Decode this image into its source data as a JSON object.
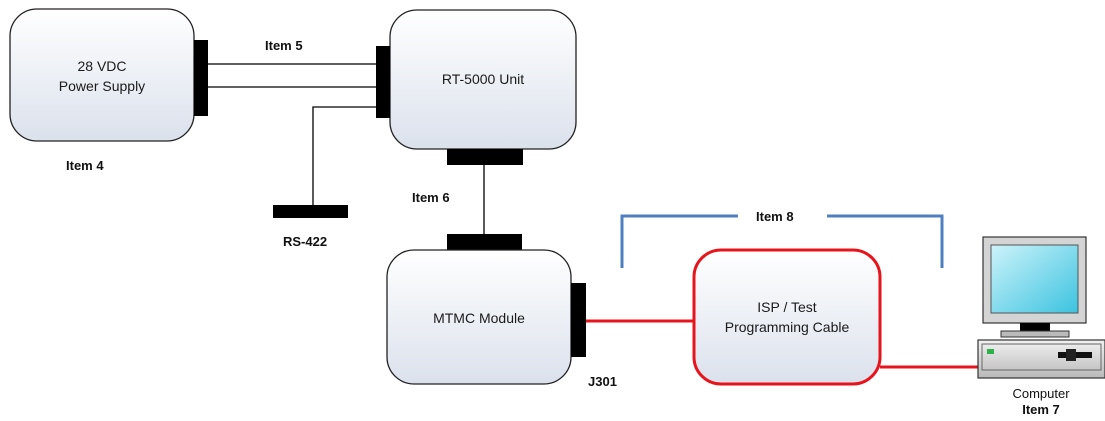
{
  "colors": {
    "box_fill_top": "#ffffff",
    "box_fill_bottom": "#dde3ee",
    "box_stroke": "#222222",
    "connector": "#000000",
    "red_cable": "#e8141b",
    "blue_bracket": "#4f7fc0",
    "monitor_screen": "#7fd8ea",
    "pc_body": "#d9d9d9"
  },
  "power_supply": {
    "line1": "28 VDC",
    "line2": "Power Supply",
    "item": "Item 4"
  },
  "rt_unit": {
    "label": "RT-5000 Unit"
  },
  "item5": "Item 5",
  "rs422": "RS-422",
  "item6": "Item 6",
  "mtmc": {
    "label": "MTMC Module",
    "connector": "J301"
  },
  "isp": {
    "line1": "ISP / Test",
    "line2": "Programming Cable"
  },
  "item8": "Item 8",
  "computer": {
    "label": "Computer",
    "item": "Item 7"
  }
}
